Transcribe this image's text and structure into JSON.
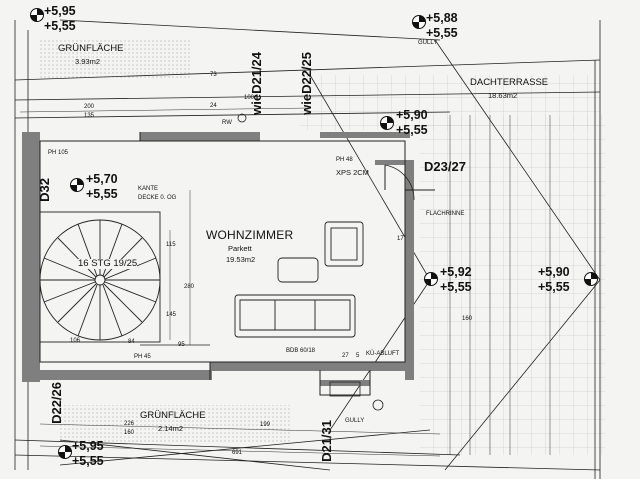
{
  "levels": [
    {
      "id": "tl",
      "top": "+5,95",
      "bottom": "+5,55"
    },
    {
      "id": "tr",
      "top": "+5,88",
      "bottom": "+5,55"
    },
    {
      "id": "mid",
      "top": "+5,90",
      "bottom": "+5,55"
    },
    {
      "id": "left",
      "top": "+5,70",
      "bottom": "+5,55"
    },
    {
      "id": "r1",
      "top": "+5,92",
      "bottom": "+5,55"
    },
    {
      "id": "r2",
      "top": "+5,90",
      "bottom": "+5,55"
    },
    {
      "id": "bl",
      "top": "+5,95",
      "bottom": "+5,55"
    }
  ],
  "rooms": {
    "gruenflaeche_top": {
      "name": "GRÜNFLÄCHE",
      "area": "3.93m2"
    },
    "dachterrasse": {
      "name": "DACHTERRASSE",
      "area": "18.63m2"
    },
    "wohnzimmer": {
      "name": "WOHNZIMMER",
      "floor": "Parkett",
      "area": "19.53m2"
    },
    "stairs": {
      "label": "16 STG 19/25"
    },
    "gruenflaeche_bottom": {
      "name": "GRÜNFLÄCHE",
      "area": "2.14m2"
    }
  },
  "details": {
    "wie_d21_24": "wieD21/24",
    "wie_d22_25": "wieD22/25",
    "d32": "D32",
    "d23_27": "D23/27",
    "d22_26": "D22/26",
    "d21_31": "D21/31",
    "gully_top": "GULLY",
    "gully_bottom": "GULLY",
    "ph105": "PH 105",
    "ph48": "PH 48",
    "ph45": "PH 45",
    "xps": "XPS 2CM",
    "kante_1": "KANTE",
    "kante_2": "DECKE 0. OG",
    "flachrinne": "FLACHRINNE",
    "bdb": "BDB 60/18",
    "kue_abluft": "KÜ-ABLUFT",
    "rw": "RW"
  },
  "dims": {
    "d200": "200",
    "d135": "135",
    "d73": "73",
    "d24": "24",
    "d100": "100",
    "d160": "160",
    "d115": "115",
    "d280": "280",
    "d145": "145",
    "d95": "95",
    "d106": "106",
    "d84": "84",
    "d160b": "160",
    "d199": "199",
    "d226": "226",
    "d691": "691",
    "d17": "17",
    "d27": "27",
    "d5": "5"
  },
  "colors": {
    "wall": "#7f7f7f",
    "line": "#222222",
    "hatch": "#c8c8c8",
    "paper": "#f4f4f2"
  }
}
